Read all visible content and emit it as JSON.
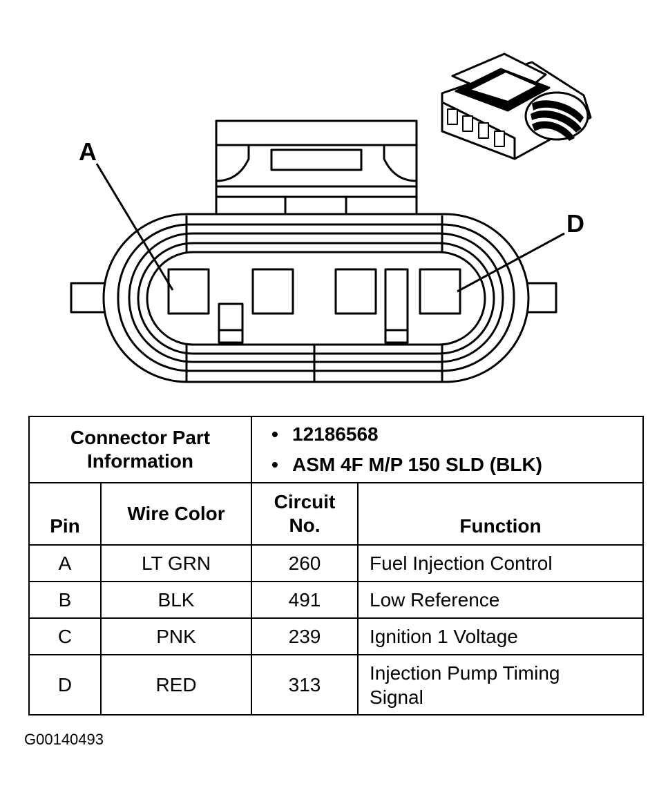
{
  "diagram": {
    "callout_a": "A",
    "callout_d": "D"
  },
  "table": {
    "part_info_label": "Connector Part Information",
    "part_numbers": [
      "12186568",
      "ASM 4F M/P 150 SLD (BLK)"
    ],
    "headers": {
      "pin": "Pin",
      "wire_color": "Wire Color",
      "circuit": "Circuit No.",
      "function": "Function"
    },
    "rows": [
      {
        "pin": "A",
        "wire_color": "LT GRN",
        "circuit": "260",
        "function": "Fuel Injection Control"
      },
      {
        "pin": "B",
        "wire_color": "BLK",
        "circuit": "491",
        "function": "Low Reference"
      },
      {
        "pin": "C",
        "wire_color": "PNK",
        "circuit": "239",
        "function": "Ignition 1 Voltage"
      },
      {
        "pin": "D",
        "wire_color": "RED",
        "circuit": "313",
        "function": "Injection Pump Timing Signal"
      }
    ]
  },
  "figure_id": "G00140493"
}
